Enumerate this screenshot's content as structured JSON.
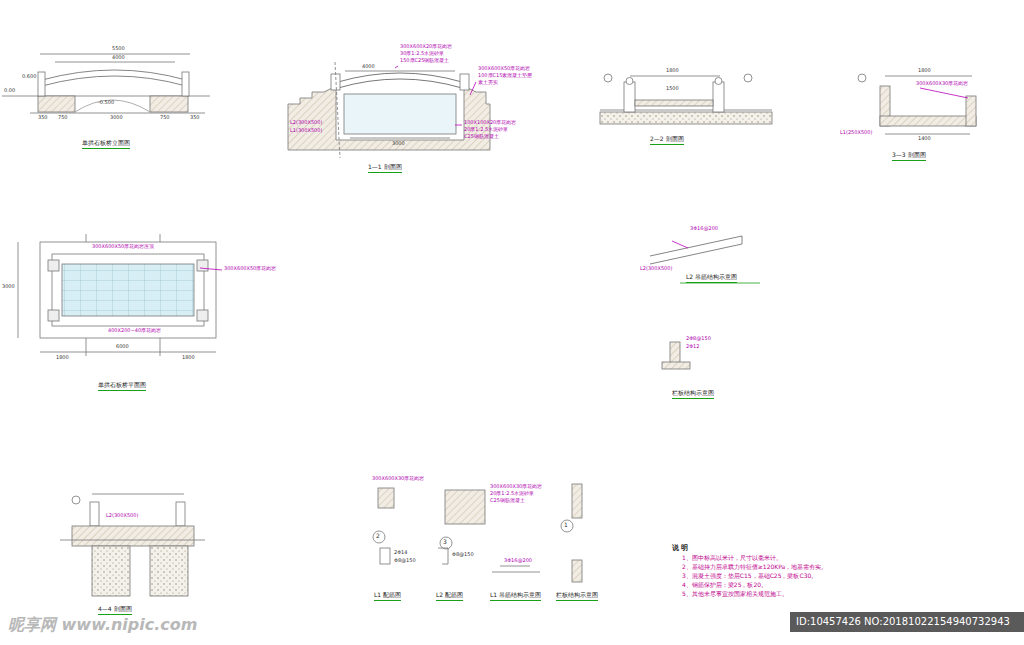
{
  "diagram": {
    "labels": [
      "5500",
      "4000",
      "0.00",
      "0.600",
      "-0.500",
      "350",
      "750",
      "3000",
      "750",
      "350",
      "单拱石板桥立面图",
      "300X600X20厚花岗岩",
      "30厚1:2.5水泥砂浆",
      "150厚C25钢筋混凝土",
      "4000",
      "300X600X50厚花岗岩",
      "100厚C15素混凝土垫层",
      "素土夯实",
      "L2(300X500)",
      "L1(300X500)",
      "3000",
      "100X100X20厚花岗岩",
      "20厚1:2.5水泥砂浆",
      "C25钢筋混凝土",
      "1—1 剖面图",
      "1800",
      "1500",
      "2—2 剖面图",
      "1800",
      "300X600X30厚花岗岩",
      "1400",
      "L1(250X500)",
      "3—3 剖面图",
      "300X600X50厚花岗岩压顶",
      "300X600X50厚花岗岩",
      "400X200~40厚花岗岩",
      "3000",
      "1800",
      "6000",
      "1800",
      "单拱石板桥平面图",
      "3Φ16@200",
      "L2(300X500)",
      "L2 吊筋结构示意图",
      "2Φ8@150",
      "2Φ12",
      "栏板结构示意图",
      "L2(300X500)",
      "4—4 剖面图",
      "300X600X30厚花岗岩",
      "300X600X30厚花岗岩",
      "20厚1:2.5水泥砂浆",
      "C25钢筋混凝土",
      "2",
      "3",
      "1",
      "2Φ14",
      "Φ8@150",
      "Φ8@150",
      "3Φ16@200",
      "L1 配筋图",
      "L2 配筋图",
      "L1 吊筋结构示意图",
      "栏板结构示意图",
      "说 明",
      "1、图中标高以米计，尺寸以毫米计。",
      "2、基础持力层承载力特征值≥120KPa，地基需夯实。",
      "3、混凝土强度：垫层C15，基础C25，梁板C30。",
      "4、钢筋保护层：梁25，板20。",
      "5、其他未尽事宜按国家相关规范施工。",
      "昵享网 www.nipic.com",
      "ID:10457426 NO:20181022154940732943"
    ]
  }
}
